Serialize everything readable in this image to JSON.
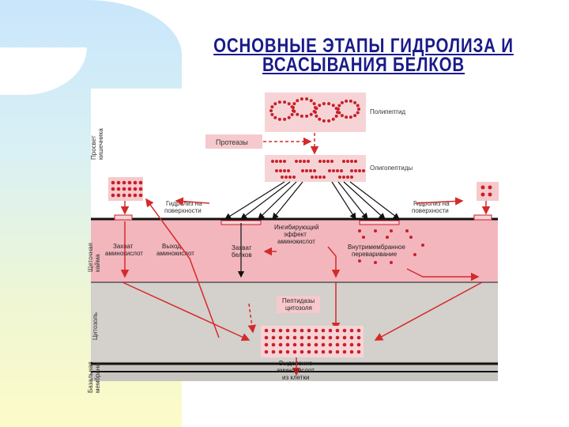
{
  "title_line1": "ОСНОВНЫЕ ЭТАПЫ ГИДРОЛИЗА И",
  "title_line2": "ВСАСЫВАНИЯ БЕЛКОВ",
  "labels": {
    "polypeptide": "Полипептид",
    "proteases": "Протеазы",
    "oligopeptides": "Олигопептиды",
    "hydrolysis_surface_left_1": "Гидролиз на",
    "hydrolysis_surface_left_2": "поверхности",
    "hydrolysis_surface_right_1": "Гидролиз на",
    "hydrolysis_surface_right_2": "поверхности",
    "inhibitory_1": "Ингибирующий",
    "inhibitory_2": "эффект",
    "inhibitory_3": "аминокислот",
    "capture_aa_1": "Захват",
    "capture_aa_2": "аминокислот",
    "release_aa_1": "Выход",
    "release_aa_2": "аминокислот",
    "capture_protein_1": "Захват",
    "capture_protein_2": "белков",
    "intramembrane_1": "Внутримембранное",
    "intramembrane_2": "переваривание",
    "cytosol_peptidases_1": "Пептидазы",
    "cytosol_peptidases_2": "цитозоля",
    "release_cell_1": "Выделение",
    "release_cell_2": "аминокислот",
    "release_cell_3": "из клетки",
    "side_lumen_1": "Просвет",
    "side_lumen_2": "кишечника",
    "side_cell_1": "Щеточная",
    "side_cell_2": "кайма",
    "side_cytosol": "Цитозоль",
    "side_basal_1": "Базальная",
    "side_basal_2": "мембрана"
  },
  "colors": {
    "title": "#1a1a8a",
    "bead": "#c8202a",
    "pink_band": "#f3b6bd",
    "gray_band": "#d4d0cc",
    "arrow_red": "#d42a2a",
    "arrow_black": "#111111",
    "box_fill": "#f6c9cc"
  }
}
